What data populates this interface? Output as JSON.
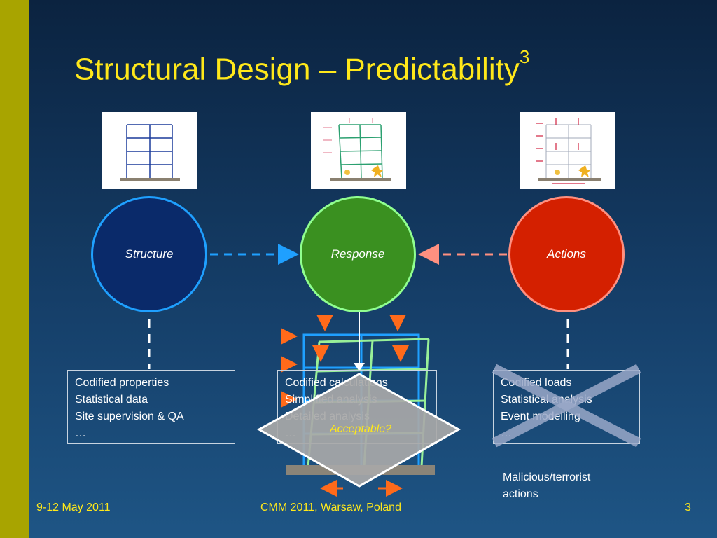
{
  "title": {
    "text": "Structural Design – Predictability",
    "superscript": "3"
  },
  "circles": {
    "structure": {
      "label": "Structure",
      "color": "#0a2a6a",
      "border": "#1fa0ff"
    },
    "response": {
      "label": "Response",
      "color": "#3a9020",
      "border": "#90ff90"
    },
    "actions": {
      "label": "Actions",
      "color": "#d42000",
      "border": "#ff9080"
    }
  },
  "boxes": {
    "structure": {
      "lines": [
        "Codified properties",
        "Statistical data",
        "Site supervision & QA",
        "…"
      ]
    },
    "response": {
      "lines": [
        "Codified calculations",
        "Simplified analysis",
        "Detailed analysis",
        "…"
      ]
    },
    "actions": {
      "lines": [
        "Codified loads",
        "Statistical analysis",
        "Event modelling",
        "…"
      ]
    }
  },
  "decision": {
    "label": "Acceptable?"
  },
  "note": {
    "lines": [
      "Malicious/terrorist",
      "actions"
    ]
  },
  "footer": {
    "date": "9-12 May 2011",
    "event": "CMM 2011, Warsaw, Poland",
    "page": "3"
  },
  "colors": {
    "title": "#ffe81a",
    "left_bar": "#a8a400",
    "arrow_blue": "#1fa0ff",
    "arrow_pink": "#ff9080",
    "load_arrow": "#ff6a1a"
  }
}
